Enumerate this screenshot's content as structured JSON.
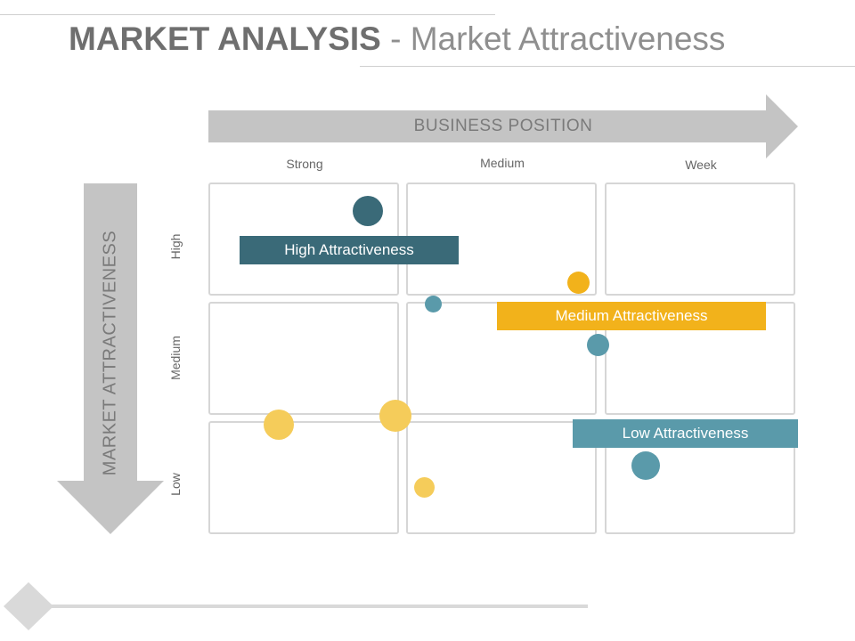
{
  "header": {
    "title_bold": "MARKET ANALYSIS",
    "title_rest": " - Market Attractiveness"
  },
  "axes": {
    "horizontal_label": "BUSINESS POSITION",
    "vertical_label": "MARKET ATTRACTIVENESS",
    "columns": [
      "Strong",
      "Medium",
      "Week"
    ],
    "rows": [
      "High",
      "Medium",
      "Low"
    ]
  },
  "bands": {
    "high": "High  Attractiveness",
    "medium": "Medium Attractiveness",
    "low": "Low Attractiveness"
  },
  "colors": {
    "dark_teal": "#3a6a78",
    "teal": "#5a9aaa",
    "gold": "#f2b21b",
    "yellow": "#f5cc5a",
    "arrow_gray": "#c4c4c4",
    "cell_border": "#d6d6d6"
  }
}
